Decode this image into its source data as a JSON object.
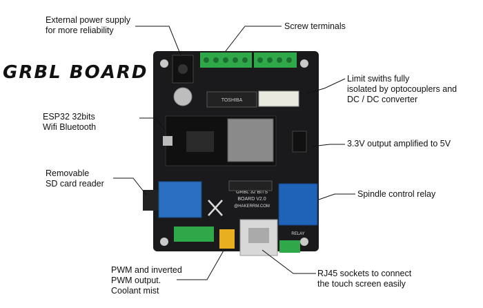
{
  "title": "GRBL BOARD",
  "callouts": {
    "power": "External power supply\nfor more reliability",
    "screw": "Screw terminals",
    "limit": "Limit swiths fully\nisolated by optocouplers and\nDC / DC converter",
    "esp32": "ESP32 32bits\nWifi Bluetooth",
    "output": "3.3V output amplified to 5V",
    "sd": "Removable\nSD card reader",
    "relay": "Spindle control relay",
    "pwm": "PWM and inverted\nPWM output.\nCoolant mist",
    "rj45": "RJ45 sockets to connect\nthe touch screen easily"
  },
  "board": {
    "name_line1": "GRBL 32 BITS",
    "name_line2": "BOARD V2.0",
    "site": "@HAKERRM.COM",
    "chip_label": "TOSHIBA",
    "relay_label": "RELAY"
  },
  "colors": {
    "pcb": "#1a1a1c",
    "terminal": "#2fa84a",
    "relay": "#1e63b8",
    "sd_card": "#2a6fc0",
    "background": "#ffffff"
  }
}
